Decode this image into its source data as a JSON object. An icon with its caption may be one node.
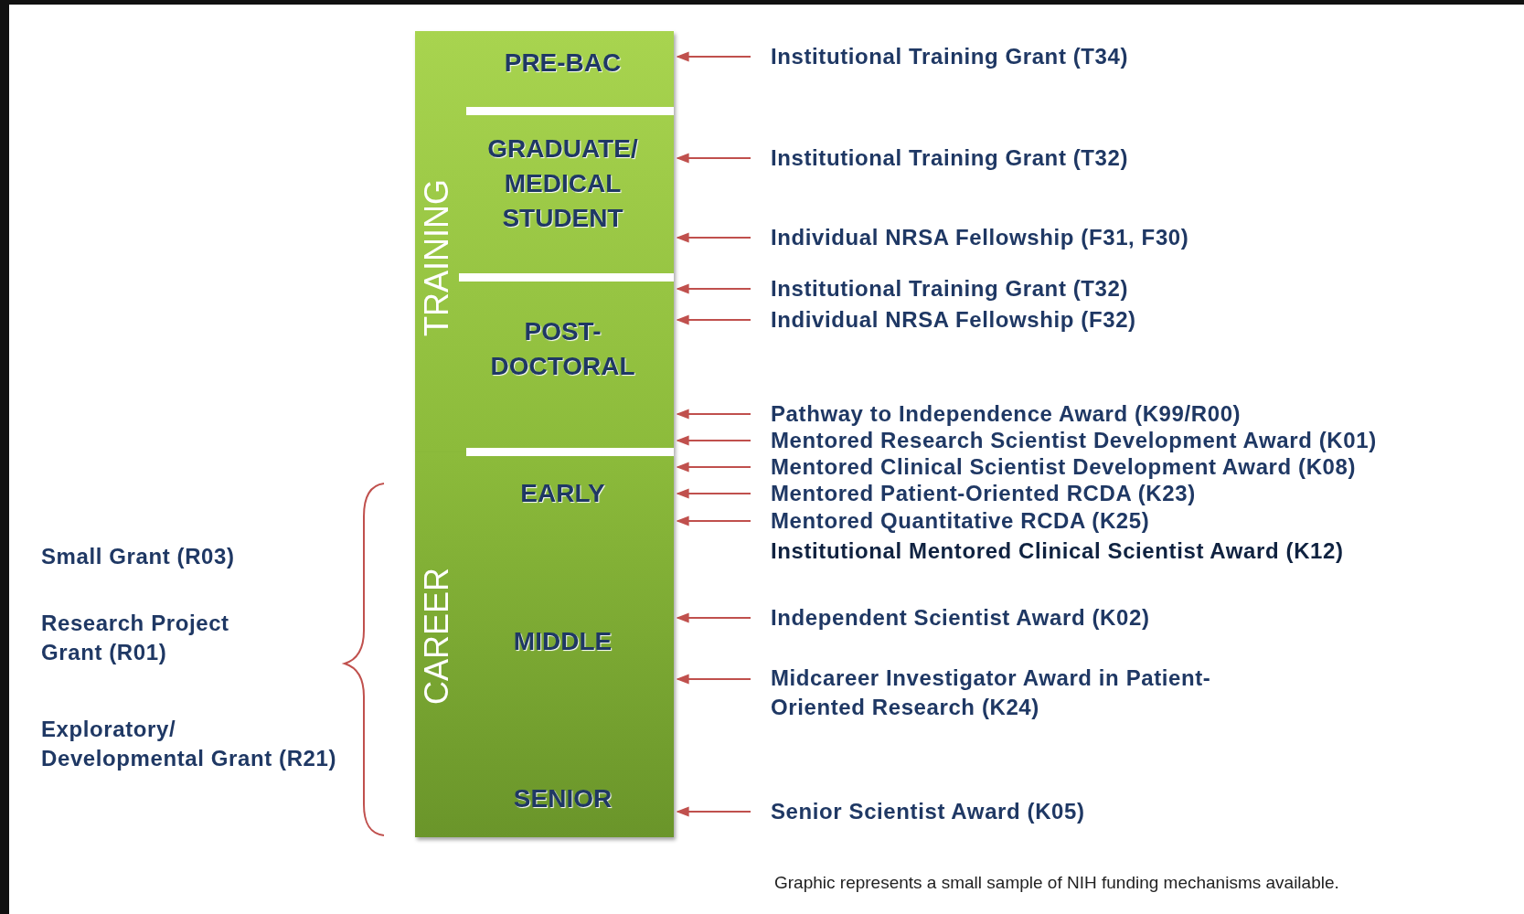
{
  "diagram": {
    "caption": "Graphic represents a small sample of NIH funding mechanisms available.",
    "nodes": [
      {
        "text": [
          "TRAINING"
        ]
      },
      {
        "text": [
          "CAREER"
        ]
      },
      {
        "text": [
          "PRE-BAC"
        ],
        "in": 0
      },
      {
        "text": [
          "GRADUATE/ MEDICAL STUDENT"
        ],
        "in": 0
      },
      {
        "text": [
          "POST-DOCTORAL"
        ],
        "in": 0
      },
      {
        "text": [
          "EARLY"
        ],
        "in": 1
      },
      {
        "text": [
          "MIDDLE"
        ],
        "in": 1
      },
      {
        "text": [
          "SENIOR"
        ],
        "in": 1
      },
      {
        "text": [
          "Institutional Training Grant (T34)"
        ]
      },
      {
        "text": [
          "Institutional Training Grant (T32)"
        ]
      },
      {
        "text": [
          "Individual NRSA Fellowship (F31, F30)"
        ]
      },
      {
        "text": [
          "Institutional Training Grant (T32)"
        ]
      },
      {
        "text": [
          "Individual NRSA Fellowship (F32)"
        ]
      },
      {
        "text": [
          "Pathway to Independence Award (K99/R00)"
        ]
      },
      {
        "text": [
          "Mentored Research Scientist Development Award (K01)"
        ]
      },
      {
        "text": [
          "Mentored Clinical Scientist Development Award (K08)"
        ]
      },
      {
        "text": [
          "Mentored Patient-Oriented RCDA (K23)"
        ]
      },
      {
        "text": [
          "Mentored Quantitative RCDA (K25)"
        ]
      },
      {
        "text": [
          "Independent Scientist Award (K02)"
        ]
      },
      {
        "text": [
          "Midcareer Investigator Award in Patient-Oriented Research (K24)"
        ]
      },
      {
        "text": [
          "Senior Scientist Award (K05)"
        ]
      }
    ],
    "edges": [
      {
        "from": 8,
        "to": 2,
        "arrow": "to"
      },
      {
        "from": 9,
        "to": 3,
        "arrow": "to"
      },
      {
        "from": 10,
        "to": 3,
        "arrow": "to"
      },
      {
        "from": 11,
        "to": 4,
        "arrow": "to"
      },
      {
        "from": 12,
        "to": 4,
        "arrow": "to"
      },
      {
        "from": 13,
        "to": 4,
        "arrow": "to"
      },
      {
        "from": 14,
        "to": 4,
        "arrow": "to"
      },
      {
        "from": 15,
        "to": 5,
        "arrow": "to"
      },
      {
        "from": 16,
        "to": 5,
        "arrow": "to"
      },
      {
        "from": 17,
        "to": 5,
        "arrow": "to"
      },
      {
        "from": 18,
        "to": 6,
        "arrow": "to"
      },
      {
        "from": 19,
        "to": 6,
        "arrow": "to"
      },
      {
        "from": 20,
        "to": 7,
        "arrow": "to"
      }
    ],
    "labels": [
      "Institutional Mentored Clinical Scientist Award (K12)",
      "Small Grant (R03)",
      "Research Project Grant (R01)",
      "Exploratory/ Developmental Grant (R21)"
    ]
  }
}
